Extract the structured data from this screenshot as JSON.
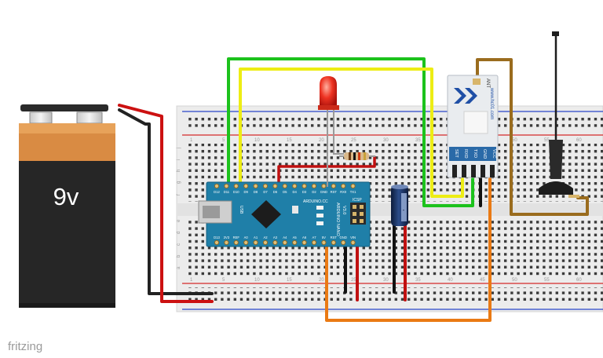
{
  "battery": {
    "label": "9v"
  },
  "watermark": {
    "text": "fritzing"
  },
  "breadboard": {
    "row_letters": [
      "j",
      "i",
      "h",
      "g",
      "f",
      "e",
      "d",
      "c",
      "b",
      "a"
    ],
    "column_numbers": [
      "1",
      "5",
      "10",
      "15",
      "20",
      "25",
      "30",
      "35",
      "40",
      "45",
      "50",
      "55",
      "60"
    ]
  },
  "arduino": {
    "top_pins": [
      "D12",
      "D11",
      "D10",
      "D9",
      "D8",
      "D7",
      "D6",
      "D5",
      "D4",
      "D3",
      "D2",
      "GND",
      "RST",
      "RX0",
      "TX1"
    ],
    "bottom_pins": [
      "D13",
      "3V3",
      "REF",
      "A0",
      "A1",
      "A2",
      "A3",
      "A4",
      "A5",
      "A6",
      "A7",
      "5V",
      "RST",
      "GND",
      "VIN"
    ],
    "brand": "ARDUINO.CC",
    "board_name": "ARDUINO NANO",
    "version": "V3.0",
    "icsp_label": "ICSP",
    "usb_label": "USB",
    "labels_small": [
      "ON",
      "TX",
      "RX",
      "L"
    ]
  },
  "radio_module": {
    "brand": "www.hc01.com",
    "pins": [
      "SET",
      "RXD",
      "TXD",
      "GND",
      "VCC"
    ],
    "antenna_label": "ANT"
  },
  "capacitor": {
    "polarity_mark": "-"
  }
}
